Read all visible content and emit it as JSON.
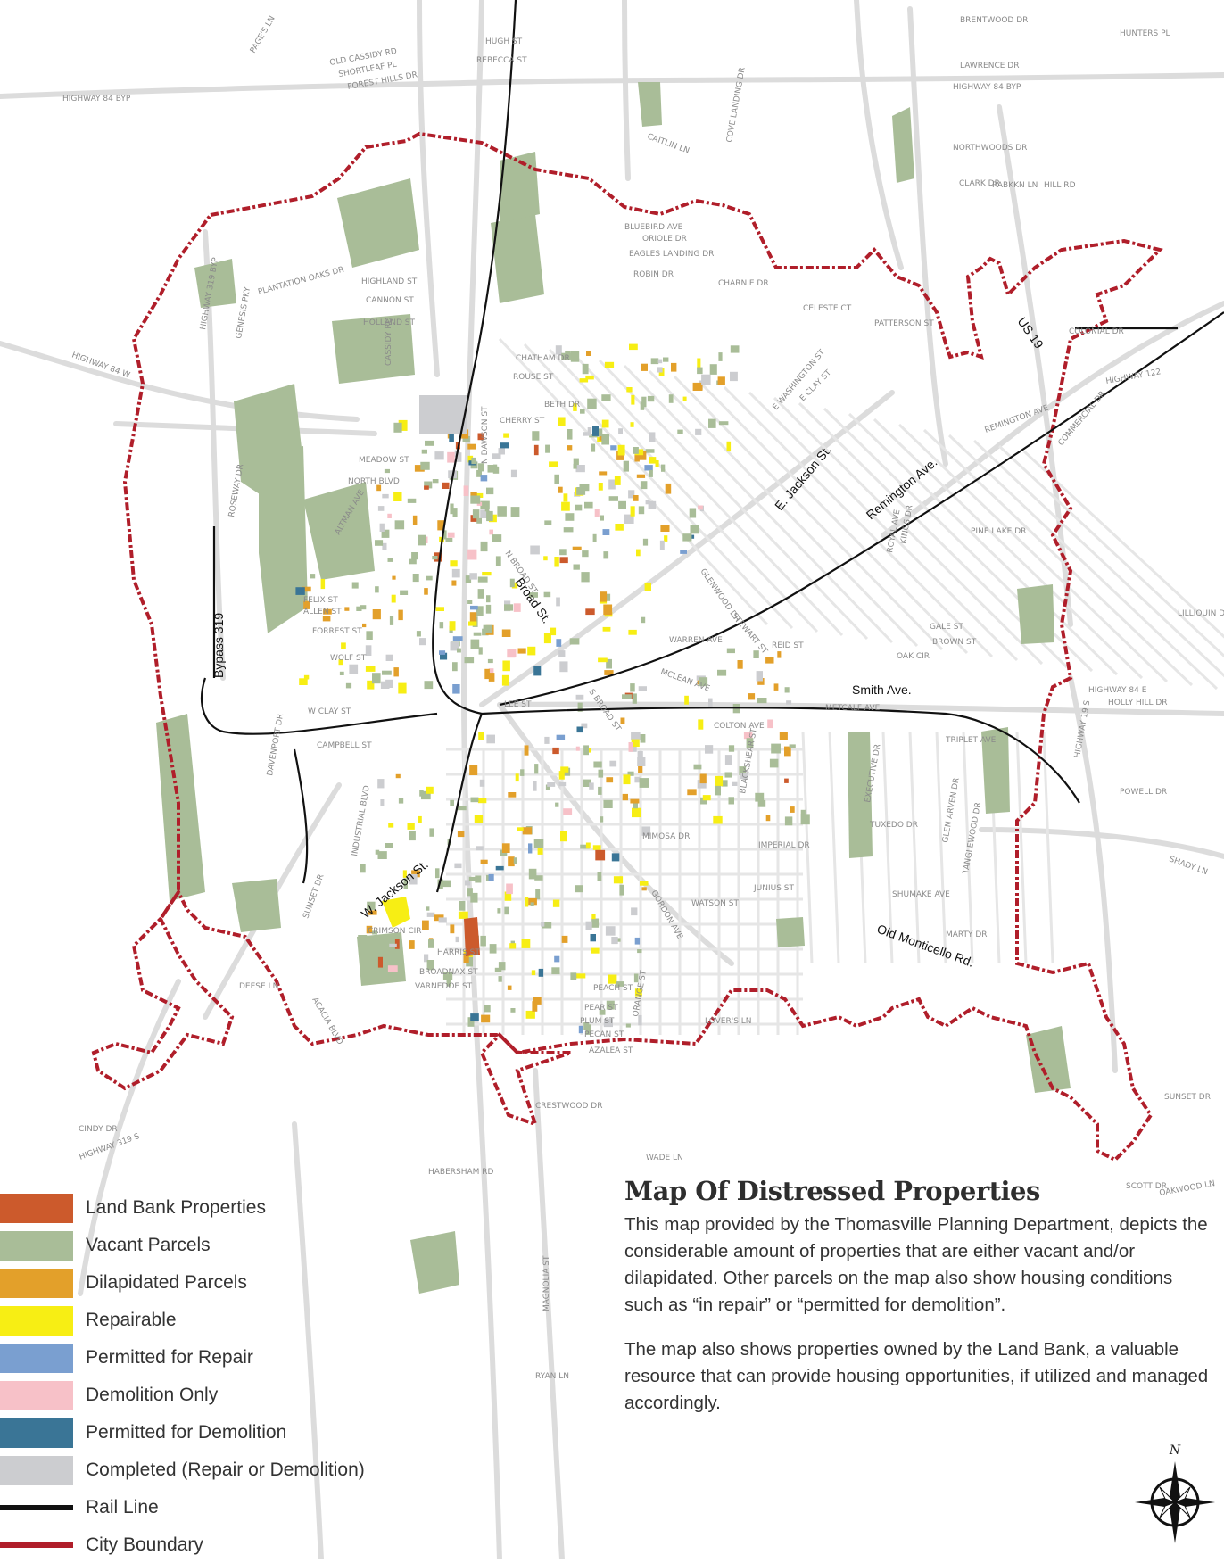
{
  "colors": {
    "land_bank": "#cc5a2c",
    "vacant": "#a9bd98",
    "dilapidated": "#e3a02a",
    "repairable": "#f7ee14",
    "permitted_repair": "#7a9fd0",
    "demolition_only": "#f7c1c8",
    "permitted_demolition": "#3a7596",
    "completed": "#cccdd0",
    "rail": "#111111",
    "boundary": "#b01e2a"
  },
  "legend": [
    {
      "label": "Land Bank Properties",
      "color": "#cc5a2c",
      "kind": "box"
    },
    {
      "label": "Vacant Parcels",
      "color": "#a9bd98",
      "kind": "box"
    },
    {
      "label": "Dilapidated Parcels",
      "color": "#e3a02a",
      "kind": "box"
    },
    {
      "label": "Repairable",
      "color": "#f7ee14",
      "kind": "box"
    },
    {
      "label": "Permitted for Repair",
      "color": "#7a9fd0",
      "kind": "box"
    },
    {
      "label": "Demolition Only",
      "color": "#f7c1c8",
      "kind": "box"
    },
    {
      "label": "Permitted for Demolition",
      "color": "#3a7596",
      "kind": "box"
    },
    {
      "label": "Completed (Repair or Demolition)",
      "color": "#cccdd0",
      "kind": "box"
    },
    {
      "label": "Rail Line",
      "color": "#111111",
      "kind": "line"
    },
    {
      "label": "City Boundary",
      "color": "#b01e2a",
      "kind": "line"
    }
  ],
  "info": {
    "title": "Map Of Distressed Properties",
    "paragraph1": "This map provided by the Thomasville Planning Department, depicts the considerable amount of properties that are either vacant and/or dilapidated.  Other parcels on the map also show housing conditions such as “in repair” or “permitted for demolition”.",
    "paragraph2": "The map also shows properties owned  by the Land Bank, a valuable resource that can provide housing opportunities, if utilized and managed accordingly."
  },
  "major_labels": {
    "broad": "Broad St.",
    "ejackson": "E. Jackson St.",
    "remington": "Remington Ave.",
    "us19": "US 19",
    "smith": "Smith  Ave.",
    "bypass": "Bypass 319",
    "wjackson": "W. Jackson St.",
    "oldmont": "Old Monticello Rd."
  },
  "street_labels": {
    "s1": "HIGHWAY 84 BYP",
    "s2": "HUGH ST",
    "s3": "REBECCA ST",
    "s4": "OLD CASSIDY RD",
    "s5": "SHORTLEAF PL",
    "s6": "FOREST HILLS DR",
    "s7": "PAGE'S LN",
    "s8": "BRENTWOOD DR",
    "s9": "HUNTERS PL",
    "s10": "LAWRENCE DR",
    "s11": "HIGHWAY 84 BYP",
    "s12": "CAITLIN LN",
    "s13": "COVE LANDING DR",
    "s14": "NORTHWOODS DR",
    "s15": "RABKKN LN",
    "s16": "HILL RD",
    "s17": "CLARK DR",
    "s18": "BLUEBIRD AVE",
    "s19": "ORIOLE DR",
    "s20": "EAGLES LANDING DR",
    "s21": "ROBIN DR",
    "s22": "CHARNIE DR",
    "s23": "HIGHLAND ST",
    "s24": "CANNON ST",
    "s25": "HOLLAND ST",
    "s26": "PLANTATION OAKS DR",
    "s27": "GENESIS PKY",
    "s28": "HIGHWAY 319 BYP",
    "s29": "CELESTE CT",
    "s30": "PATTERSON ST",
    "s31": "COLONIAL DR",
    "s32": "HIGHWAY 122",
    "s33": "COMMERCIAL DR",
    "s34": "HIGHWAY 84 W",
    "s35": "CHATHAM DR",
    "s36": "ROUSE ST",
    "s37": "BETH DR",
    "s38": "CHERRY ST",
    "s39": "MEADOW ST",
    "s40": "NORTH BLVD",
    "s41": "ALTMAN AVE",
    "s42": "ROSEWAY DR",
    "s43": "FELIX ST",
    "s44": "ALLEN ST",
    "s45": "FORREST ST",
    "s46": "WOLF ST",
    "s47": "REMINGTON AVE",
    "s48": "PINE LAKE DR",
    "s49": "GALE ST",
    "s50": "BROWN ST",
    "s51": "OAK CIR",
    "s52": "LILLIQUIN DR",
    "s53": "HIGHWAY 84 E",
    "s54": "HOLLY HILL DR",
    "s55": "METCALF AVE",
    "s56": "LEE ST",
    "s57": "W CLAY ST",
    "s58": "CAMPBELL ST",
    "s59": "DAVENPORT DR",
    "s60": "COLTON AVE",
    "s61": "TRIPLET AVE",
    "s62": "POWELL DR",
    "s63": "MIMOSA DR",
    "s64": "TUXEDO DR",
    "s65": "IMPERIAL DR",
    "s66": "JUNIUS ST",
    "s67": "WATSON ST",
    "s68": "SHUMAKE AVE",
    "s69": "MARTY DR",
    "s70": "SHADY LN",
    "s71": "CRIMSON CIR",
    "s72": "HARRIS ST",
    "s73": "BROADNAX ST",
    "s74": "VARNEDOE ST",
    "s75": "DEESE LN",
    "s76": "SUNSET DR",
    "s77": "PEACH ST",
    "s78": "PEAR ST",
    "s79": "PLUM ST",
    "s80": "PECAN ST",
    "s81": "AZALEA ST",
    "s82": "LOVER'S LN",
    "s83": "CRESTWOOD DR",
    "s84": "HABERSHAM RD",
    "s85": "SCOTT DR",
    "s86": "OAKWOOD LN",
    "s87": "WADE LN",
    "s88": "RYAN LN",
    "s89": "CINDY DR",
    "s90": "HIGHWAY 319 S",
    "s91": "SUNSET DR",
    "s92": "MAGNOLIA ST",
    "s93": "E WASHINGTON ST",
    "s94": "E CLAY ST",
    "s95": "GLENWOOD DR",
    "s96": "N BROAD ST",
    "s97": "S BROAD ST",
    "s98": "N DAWSON ST",
    "s99": "CASSIDY RD",
    "s100": "ACACIA BLVD",
    "s101": "INDUSTRIAL BLVD",
    "s102": "MCLEAN AVE",
    "s103": "WARREN AVE",
    "s104": "STEWART ST",
    "s105": "REID ST",
    "s106": "KINGS DR",
    "s107": "ROYAL AVE",
    "s108": "BLACKSHEAR ST",
    "s109": "EXECUTIVE DR",
    "s110": "GLEN ARVEN DR",
    "s111": "TANGLEWOOD DR",
    "s112": "GORDON AVE",
    "s113": "ORANGE ST",
    "s114": "HIGHWAY 19 S"
  }
}
